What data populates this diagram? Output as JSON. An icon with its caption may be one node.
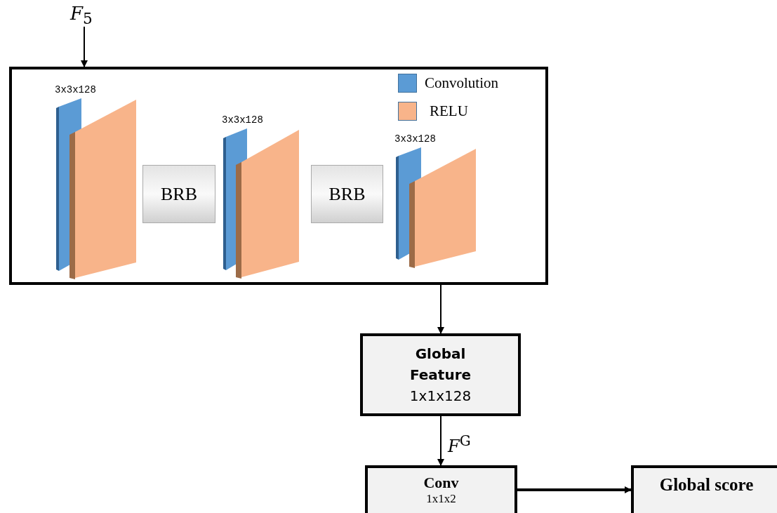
{
  "diagram": {
    "nodes": [
      {
        "text": [
          "*F*$_{5}$"
        ]
      },
      {
        "text": [],
        "shape": "box"
      },
      {
        "text": [],
        "shape": "bar",
        "in": 1,
        "beside": [
          "3x3x128"
        ]
      },
      {
        "text": [
          "BRB"
        ],
        "in": 1
      },
      {
        "text": [],
        "shape": "bar",
        "in": 1,
        "beside": [
          "3x3x128"
        ]
      },
      {
        "text": [
          "BRB"
        ],
        "in": 1
      },
      {
        "text": [],
        "shape": "bar",
        "in": 1,
        "beside": [
          "3x3x128"
        ]
      },
      {
        "text": [
          "Global Feature",
          "1x1x128"
        ]
      },
      {
        "text": [
          "Conv",
          "1x1x2"
        ]
      },
      {
        "text": [
          "Global score"
        ]
      }
    ],
    "edges": [
      {
        "from": 0,
        "to": 1,
        "arrow": "to"
      },
      {
        "from": 1,
        "to": 7,
        "arrow": "to"
      },
      {
        "from": 7,
        "to": 8,
        "arrow": "to",
        "label": "*F*$^{G}$"
      },
      {
        "from": 8,
        "to": 9,
        "arrow": "to",
        "style": "thick"
      }
    ],
    "legend": [
      {
        "text": "Convolution",
        "color": "#5b9bd5"
      },
      {
        "text": "RELU",
        "color": "#f8b48a"
      }
    ]
  }
}
